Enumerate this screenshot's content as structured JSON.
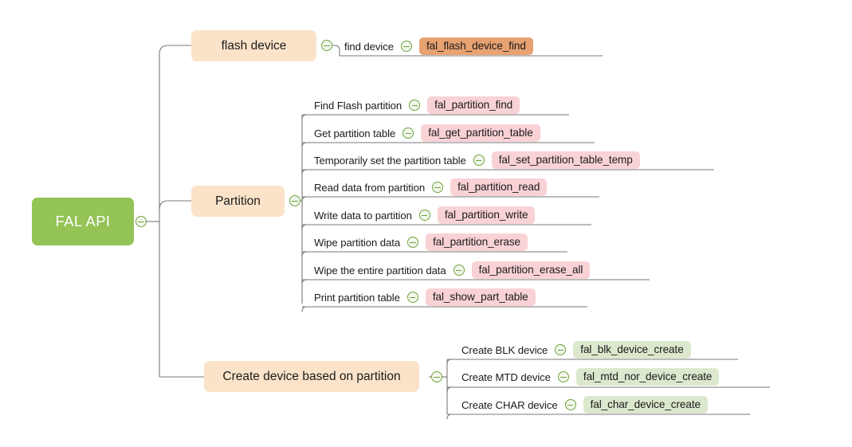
{
  "diagram": {
    "type": "mindmap",
    "title": "FAL API",
    "root": {
      "label": "FAL API",
      "color": "#94c356",
      "text_color": "#ffffff"
    },
    "toggle_icon": "collapse-minus-circle-icon",
    "branches": [
      {
        "id": "flash-device",
        "label": "flash device",
        "color": "#fbe3c9",
        "children": [
          {
            "label": "find device",
            "tag": "fal_flash_device_find",
            "tag_color": "#e8a272"
          }
        ]
      },
      {
        "id": "partition",
        "label": "Partition",
        "color": "#fbe3c9",
        "children": [
          {
            "label": "Find Flash partition",
            "tag": "fal_partition_find",
            "tag_color": "#f9d2d6"
          },
          {
            "label": "Get partition table",
            "tag": "fal_get_partition_table",
            "tag_color": "#f9d2d6"
          },
          {
            "label": "Temporarily set the partition table",
            "tag": "fal_set_partition_table_temp",
            "tag_color": "#f9d2d6"
          },
          {
            "label": "Read data from partition",
            "tag": "fal_partition_read",
            "tag_color": "#f9d2d6"
          },
          {
            "label": "Write data to partition",
            "tag": "fal_partition_write",
            "tag_color": "#f9d2d6"
          },
          {
            "label": "Wipe partition data",
            "tag": "fal_partition_erase",
            "tag_color": "#f9d2d6"
          },
          {
            "label": "Wipe the entire partition data",
            "tag": "fal_partition_erase_all",
            "tag_color": "#f9d2d6"
          },
          {
            "label": "Print partition table",
            "tag": "fal_show_part_table",
            "tag_color": "#f9d2d6"
          }
        ]
      },
      {
        "id": "create-device",
        "label": "Create device based on partition",
        "color": "#fbe3c9",
        "children": [
          {
            "label": "Create BLK device",
            "tag": "fal_blk_device_create",
            "tag_color": "#dbe8cd"
          },
          {
            "label": "Create MTD device",
            "tag": "fal_mtd_nor_device_create",
            "tag_color": "#dbe8cd"
          },
          {
            "label": "Create CHAR device",
            "tag": "fal_char_device_create",
            "tag_color": "#dbe8cd"
          }
        ]
      }
    ]
  }
}
